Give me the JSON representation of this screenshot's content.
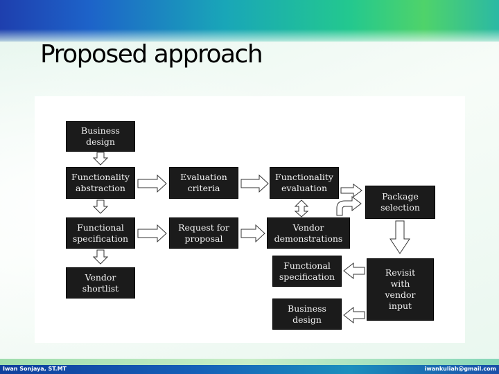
{
  "slide": {
    "title": "Proposed approach",
    "footer_left": "Iwan Sonjaya, ST.MT",
    "footer_right": "iwankuliah@gmail.com"
  },
  "diagram": {
    "boxes": {
      "business_design_top": "Business\ndesign",
      "functionality_abstraction": "Functionality\nabstraction",
      "functional_specification_left": "Functional\nspecification",
      "vendor_shortlist": "Vendor\nshortlist",
      "evaluation_criteria": "Evaluation\ncriteria",
      "request_for_proposal": "Request for\nproposal",
      "functionality_evaluation": "Functionality\nevaluation",
      "vendor_demonstrations": "Vendor\ndemonstrations",
      "package_selection": "Package\nselection",
      "revisit_with_vendor_input": "Revisit\nwith\nvendor\ninput",
      "functional_specification_right": "Functional\nspecification",
      "business_design_bottom": "Business\ndesign"
    }
  }
}
